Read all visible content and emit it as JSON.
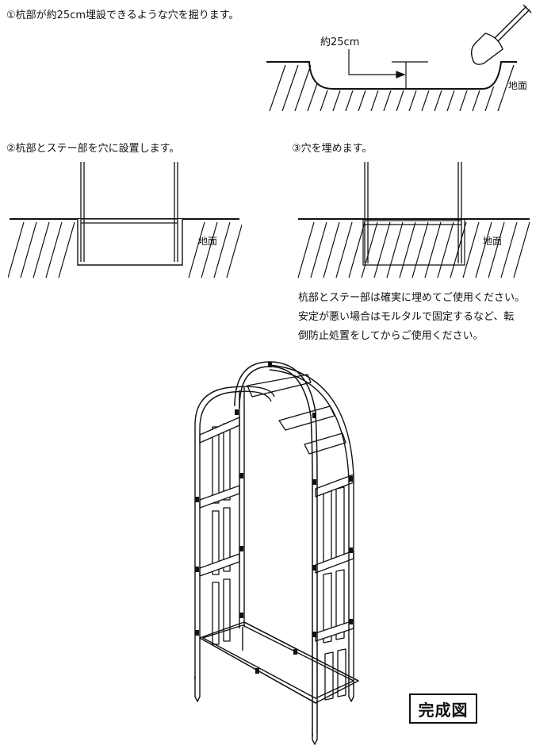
{
  "steps": {
    "step1": {
      "title": "①杭部が約25cm埋設できるような穴を掘ります。",
      "measure": "約25cm",
      "ground": "地面"
    },
    "step2": {
      "title": "②杭部とステー部を穴に設置します。",
      "ground": "地面"
    },
    "step3": {
      "title": "③穴を埋めます。",
      "ground": "地面"
    }
  },
  "note": {
    "lines": [
      "杭部とステー部は確実に埋めてご使用ください。",
      "安定が悪い場合はモルタルで固定するなど、転",
      "倒防止処置をしてからご使用ください。"
    ]
  },
  "completed": {
    "label": "完成図"
  },
  "icons": {
    "tool": "shovel-icon"
  }
}
